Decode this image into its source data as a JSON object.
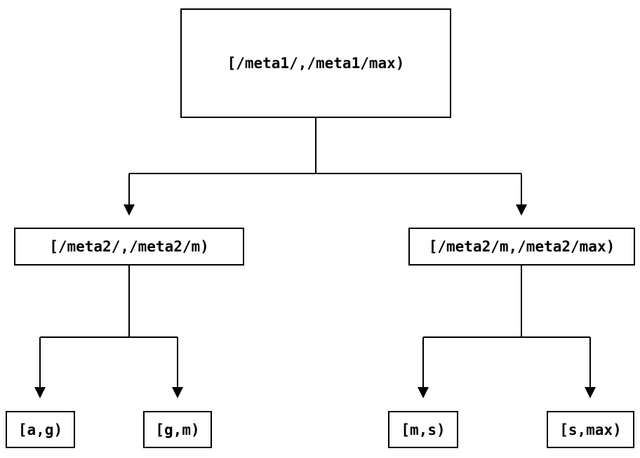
{
  "diagram": {
    "type": "binary-range-partition-tree",
    "colors": {
      "background": "#ffffff",
      "line": "#000000",
      "text": "#000000",
      "box_border": "#000000"
    },
    "nodes": {
      "root": {
        "id": "root",
        "label": "[/meta1/,/meta1/max)",
        "level": 0
      },
      "left": {
        "id": "left",
        "label": "[/meta2/,/meta2/m)",
        "level": 1
      },
      "right": {
        "id": "right",
        "label": "[/meta2/m,/meta2/max)",
        "level": 1
      },
      "leaf_ag": {
        "id": "leaf_ag",
        "label": "[a,g)",
        "level": 2
      },
      "leaf_gm": {
        "id": "leaf_gm",
        "label": "[g,m)",
        "level": 2
      },
      "leaf_ms": {
        "id": "leaf_ms",
        "label": "[m,s)",
        "level": 2
      },
      "leaf_smax": {
        "id": "leaf_smax",
        "label": "[s,max)",
        "level": 2
      }
    },
    "edges": [
      {
        "from": "root",
        "to": "left",
        "arrow": "down"
      },
      {
        "from": "root",
        "to": "right",
        "arrow": "down"
      },
      {
        "from": "left",
        "to": "leaf_ag",
        "arrow": "down"
      },
      {
        "from": "left",
        "to": "leaf_gm",
        "arrow": "down"
      },
      {
        "from": "right",
        "to": "leaf_ms",
        "arrow": "down"
      },
      {
        "from": "right",
        "to": "leaf_smax",
        "arrow": "down"
      }
    ]
  }
}
